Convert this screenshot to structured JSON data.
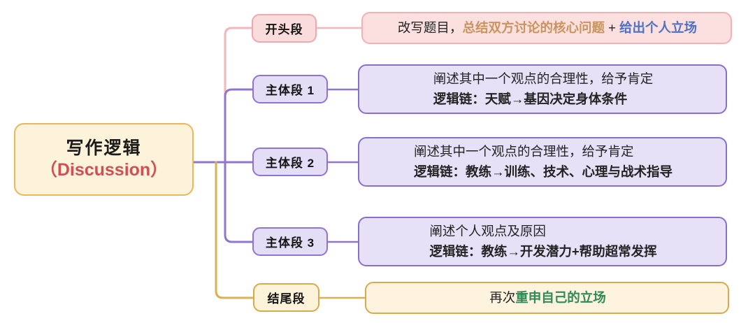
{
  "root": {
    "title_cn": "写作逻辑",
    "title_en": "（Discussion）"
  },
  "colors": {
    "root_fill": "#fdf2da",
    "root_border": "#e9b85c",
    "root_title_cn": "#1b1b1b",
    "root_title_en": "#cf4f55",
    "pink_fill": "#fce0e0",
    "pink_border": "#f3b0b6",
    "purple_fill": "#e7e1f7",
    "purple_border": "#8a6ecb",
    "gold_fill": "#fdf3de",
    "gold_border": "#d7ab4b",
    "text_dark": "#232323",
    "text_orange": "#c8945f",
    "text_blue": "#4f71c6",
    "text_green": "#2f8a55",
    "connector_pink": "#f3b6ba",
    "connector_purple": "#8f76cf",
    "connector_gold": "#d9b254"
  },
  "branches": [
    {
      "label": "开头段",
      "theme": "pink",
      "lines": [
        {
          "bold": false,
          "segments": [
            {
              "text": "改写题目，",
              "color": "dark",
              "bold": false
            },
            {
              "text": "总结双方讨论的核心问题",
              "color": "orange",
              "bold": true
            },
            {
              "text": " + ",
              "color": "dark",
              "bold": false
            },
            {
              "text": "给出个人立场",
              "color": "blue",
              "bold": true
            }
          ]
        }
      ]
    },
    {
      "label": "主体段 1",
      "theme": "purple",
      "lines": [
        {
          "bold": false,
          "segments": [
            {
              "text": "阐述其中一个观点的合理性，给予肯定",
              "color": "dark",
              "bold": false
            }
          ]
        },
        {
          "bold": true,
          "segments": [
            {
              "text": "逻辑链：天赋→基因决定身体条件",
              "color": "dark",
              "bold": true
            }
          ]
        }
      ]
    },
    {
      "label": "主体段 2",
      "theme": "purple",
      "lines": [
        {
          "bold": false,
          "segments": [
            {
              "text": "阐述其中一个观点的合理性，给予肯定",
              "color": "dark",
              "bold": false
            }
          ]
        },
        {
          "bold": true,
          "segments": [
            {
              "text": "逻辑链：教练→训练、技术、心理与战术指导",
              "color": "dark",
              "bold": true
            }
          ]
        }
      ]
    },
    {
      "label": "主体段 3",
      "theme": "purple",
      "lines": [
        {
          "bold": false,
          "segments": [
            {
              "text": "阐述个人观点及原因",
              "color": "dark",
              "bold": false
            }
          ]
        },
        {
          "bold": true,
          "segments": [
            {
              "text": "逻辑链：教练→开发潜力+帮助超常发挥",
              "color": "dark",
              "bold": true
            }
          ]
        }
      ]
    },
    {
      "label": "结尾段",
      "theme": "gold",
      "lines": [
        {
          "bold": false,
          "segments": [
            {
              "text": "再次",
              "color": "dark",
              "bold": false
            },
            {
              "text": "重申自己的立场",
              "color": "green",
              "bold": true
            }
          ]
        }
      ]
    }
  ]
}
